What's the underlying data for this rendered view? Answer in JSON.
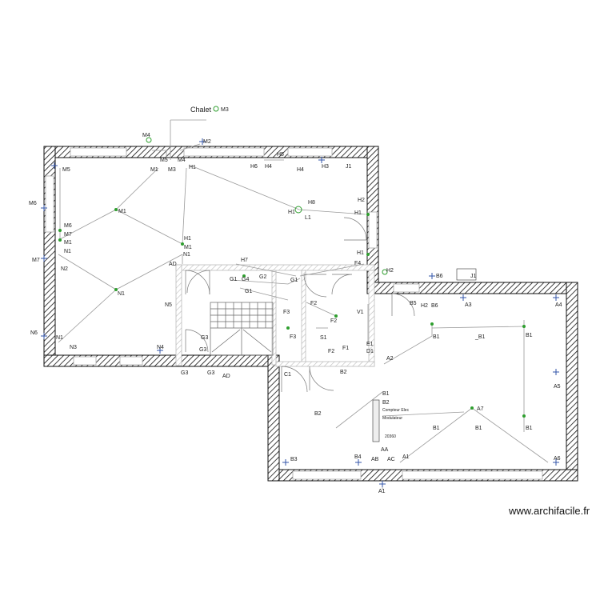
{
  "colors": {
    "wall": "#111111",
    "wire": "#9a9a9a",
    "symbol_green": "#2e9e2e",
    "symbol_blue": "#3355aa",
    "window": "#bbbbbb"
  },
  "watermark": "www.archifacile.fr",
  "labels": [
    {
      "id": "chalet",
      "text": "Chalet",
      "size": "big"
    },
    {
      "id": "m3-top",
      "text": "M3"
    },
    {
      "id": "m4-top",
      "text": "M4"
    },
    {
      "id": "m2-top",
      "text": "M2"
    },
    {
      "id": "m5-a",
      "text": "M5"
    },
    {
      "id": "m3-a",
      "text": "M3"
    },
    {
      "id": "m4-a",
      "text": "M4"
    },
    {
      "id": "m1-a",
      "text": "M1"
    },
    {
      "id": "h1-a",
      "text": "H1"
    },
    {
      "id": "h5",
      "text": "H5"
    },
    {
      "id": "h6",
      "text": "H6"
    },
    {
      "id": "h4-a",
      "text": "H4"
    },
    {
      "id": "h4-b",
      "text": "H4"
    },
    {
      "id": "h3",
      "text": "H3"
    },
    {
      "id": "j1-a",
      "text": "J1"
    },
    {
      "id": "h8",
      "text": "H8"
    },
    {
      "id": "h1-b",
      "text": "H1"
    },
    {
      "id": "l1",
      "text": "L1"
    },
    {
      "id": "h2-a",
      "text": "H2"
    },
    {
      "id": "h1-c",
      "text": "H1"
    },
    {
      "id": "h1-d",
      "text": "H1"
    },
    {
      "id": "f4",
      "text": "F4"
    },
    {
      "id": "m5-left",
      "text": "M5"
    },
    {
      "id": "m6-left",
      "text": "M6"
    },
    {
      "id": "m6-a",
      "text": "M6"
    },
    {
      "id": "m7-a",
      "text": "M7"
    },
    {
      "id": "m1-b",
      "text": "M1"
    },
    {
      "id": "m7-left",
      "text": "M7"
    },
    {
      "id": "n1-a",
      "text": "N1"
    },
    {
      "id": "n2",
      "text": "N2"
    },
    {
      "id": "m1-c",
      "text": "M1"
    },
    {
      "id": "h1-e",
      "text": "H1"
    },
    {
      "id": "m1-d",
      "text": "M1"
    },
    {
      "id": "n1-b",
      "text": "N1"
    },
    {
      "id": "ad-a",
      "text": "AD"
    },
    {
      "id": "h7",
      "text": "H7"
    },
    {
      "id": "g1-a",
      "text": "G1"
    },
    {
      "id": "g4",
      "text": "G4"
    },
    {
      "id": "g2",
      "text": "G2"
    },
    {
      "id": "g1-b",
      "text": "G1"
    },
    {
      "id": "g1-c",
      "text": "G1"
    },
    {
      "id": "n1-c",
      "text": "N1"
    },
    {
      "id": "n5",
      "text": "N5"
    },
    {
      "id": "n6",
      "text": "N6"
    },
    {
      "id": "n1-d",
      "text": "N1"
    },
    {
      "id": "n3",
      "text": "N3"
    },
    {
      "id": "n4",
      "text": "N4"
    },
    {
      "id": "g3-a",
      "text": "G3"
    },
    {
      "id": "g3-b",
      "text": "G3"
    },
    {
      "id": "g3-c",
      "text": "G3"
    },
    {
      "id": "g3-d",
      "text": "G3"
    },
    {
      "id": "ad-b",
      "text": "AD"
    },
    {
      "id": "f2-a",
      "text": "F2"
    },
    {
      "id": "f3-a",
      "text": "F3"
    },
    {
      "id": "f3-b",
      "text": "F3"
    },
    {
      "id": "f2-b",
      "text": "F2"
    },
    {
      "id": "s1",
      "text": "S1"
    },
    {
      "id": "v1",
      "text": "V1"
    },
    {
      "id": "f1",
      "text": "F1"
    },
    {
      "id": "f2-c",
      "text": "F2"
    },
    {
      "id": "e1",
      "text": "E1"
    },
    {
      "id": "d1",
      "text": "D1"
    },
    {
      "id": "c1",
      "text": "C1"
    },
    {
      "id": "b2-a",
      "text": "B2"
    },
    {
      "id": "h2-b",
      "text": "H2"
    },
    {
      "id": "b6-a",
      "text": "B6"
    },
    {
      "id": "j1-b",
      "text": "J1"
    },
    {
      "id": "b5",
      "text": "B5"
    },
    {
      "id": "h2-c",
      "text": "H2"
    },
    {
      "id": "b6-b",
      "text": "B6"
    },
    {
      "id": "a3",
      "text": "A3"
    },
    {
      "id": "a4",
      "text": "A4"
    },
    {
      "id": "b1-a",
      "text": "B1"
    },
    {
      "id": "b1-b",
      "text": "_B1"
    },
    {
      "id": "b1-c",
      "text": "B1"
    },
    {
      "id": "a2",
      "text": "A2"
    },
    {
      "id": "a5",
      "text": "A5"
    },
    {
      "id": "b1-d",
      "text": "B1"
    },
    {
      "id": "b2-b",
      "text": "B2"
    },
    {
      "id": "compteur",
      "text": "Compteur Elec",
      "size": "tiny"
    },
    {
      "id": "modulateur",
      "text": "Modulateur",
      "size": "tiny"
    },
    {
      "id": "code",
      "text": "20360",
      "size": "tiny"
    },
    {
      "id": "b2-c",
      "text": "B2"
    },
    {
      "id": "a7",
      "text": "A7"
    },
    {
      "id": "b1-e",
      "text": "B1"
    },
    {
      "id": "b1-f",
      "text": "B1"
    },
    {
      "id": "b1-g",
      "text": "B1"
    },
    {
      "id": "aa",
      "text": "AA"
    },
    {
      "id": "b3",
      "text": "B3"
    },
    {
      "id": "b4",
      "text": "B4"
    },
    {
      "id": "ab",
      "text": "AB"
    },
    {
      "id": "ac",
      "text": "AC"
    },
    {
      "id": "a1-a",
      "text": "A1"
    },
    {
      "id": "a6",
      "text": "A6"
    },
    {
      "id": "a1-b",
      "text": "A1"
    }
  ]
}
